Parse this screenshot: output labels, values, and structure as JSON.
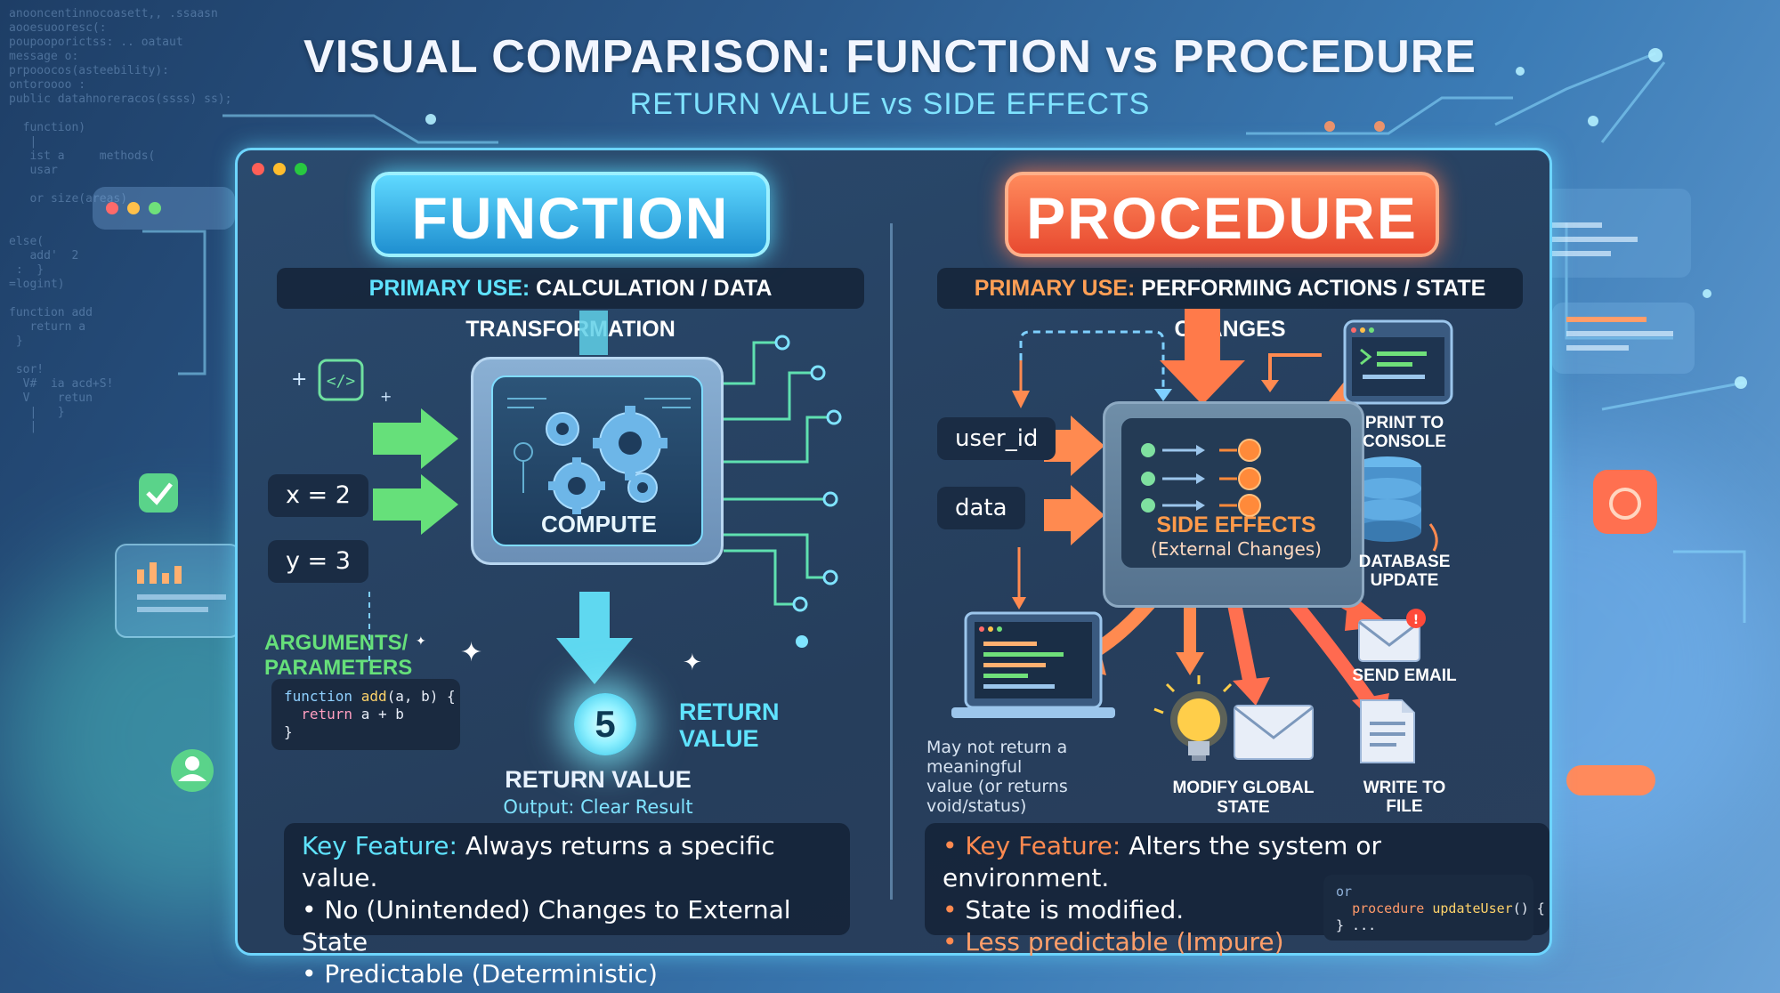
{
  "title": "VISUAL COMPARISON: FUNCTION vs PROCEDURE",
  "subtitle": "RETURN VALUE vs SIDE EFFECTS",
  "bg_code": "anooncentinnocoasett,, .ssaasn\naooesuooresc(:\npoupooporictss: .. oataut\nmessage o:\nprpooocos(asteebility):\nontoroooo :\npublic datahnoreracos(ssss) ss);\n\n  function)\n   |\n   ist a     methods(\n   usar\n\n   or size(areas)\n\n\nelse(\n   add'  2\n :  }\n=logint)\n\nfunction add\n   return a\n }\n\n sor!\n  V#  ia acd+S!\n  V    retun\n   |   }\n   |",
  "colors": {
    "function_accent": "#5fe3ff",
    "procedure_accent": "#ff8a50",
    "panel_border": "#6dd5ff"
  },
  "function": {
    "badge": "FUNCTION",
    "primary_use_key": "PRIMARY USE:",
    "primary_use_value": "CALCULATION / DATA TRANSFORMATION",
    "arg_x": "x = 2",
    "arg_y": "y = 3",
    "args_label_1": "ARGUMENTS/",
    "args_label_2": "PARAMETERS",
    "compute_label": "COMPUTE",
    "result_value": "5",
    "return_side_1": "RETURN",
    "return_side_2": "VALUE",
    "return_label": "RETURN VALUE",
    "output_label": "Output: Clear Result",
    "code": {
      "kw": "function",
      "name": "add",
      "sig": "(a, b) {",
      "ret_kw": "return",
      "ret_expr": "a + b",
      "close": "}"
    },
    "key_feature_label": "Key Feature:",
    "key_feature_text": "Always returns a specific value.",
    "bullets": [
      "• No (Unintended) Changes to External State",
      "• Predictable (Deterministic)"
    ]
  },
  "procedure": {
    "badge": "PROCEDURE",
    "primary_use_key": "PRIMARY USE:",
    "primary_use_value": "PERFORMING ACTIONS / STATE CHANGES",
    "input_1": "user_id",
    "input_2": "data",
    "side_effects_label": "SIDE EFFECTS",
    "side_effects_sub": "(External Changes)",
    "console_label_1": "PRINT TO",
    "console_label_2": "CONSOLE",
    "db_label_1": "DATABASE",
    "db_label_2": "UPDATE",
    "email_label": "SEND EMAIL",
    "file_label_1": "WRITE TO",
    "file_label_2": "FILE",
    "global_label": "MODIFY GLOBAL STATE",
    "laptop_note_1": "May not return a meaningful",
    "laptop_note_2": "value (or returns",
    "laptop_note_3": "void/status)",
    "key_feature_label": "Key Feature:",
    "key_feature_text": "Alters the system or environment.",
    "bullets": [
      "State is modified.",
      "Less predictable (Impure)"
    ],
    "code": {
      "or": "or",
      "kw": "procedure",
      "name": "updateUser",
      "sig": "() {",
      "close": "} ..."
    }
  }
}
